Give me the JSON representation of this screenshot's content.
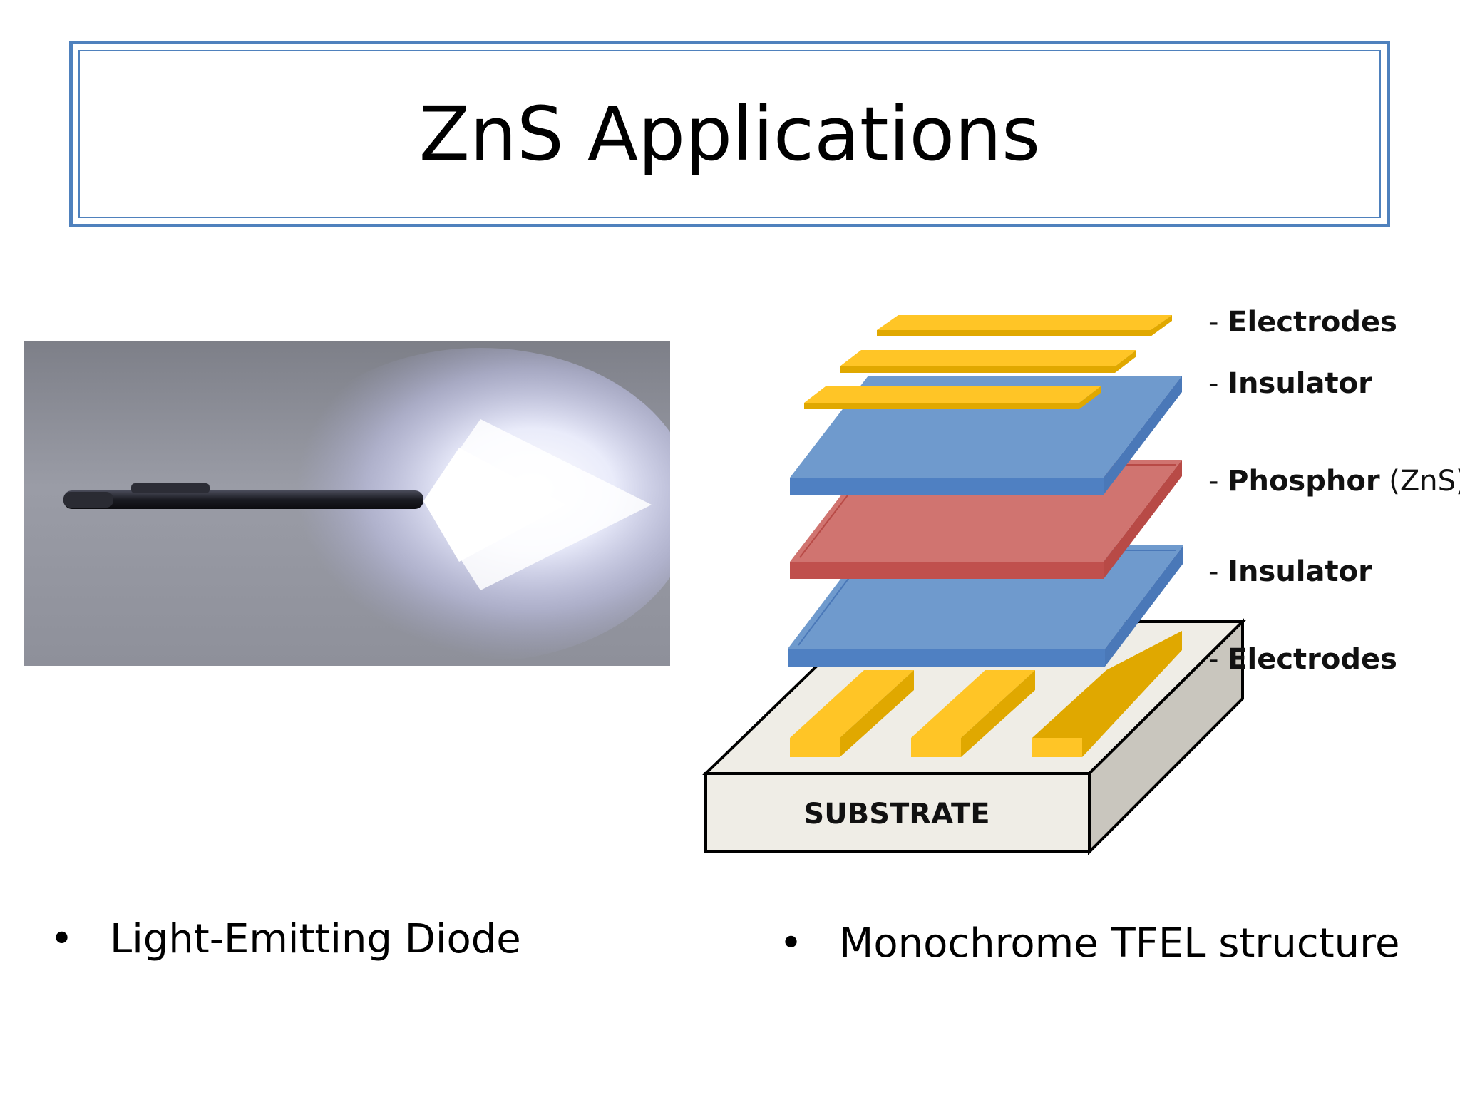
{
  "slide": {
    "title": "ZnS Applications"
  },
  "led": {
    "caption": "Light-Emitting Diode",
    "bullet_glyph": "•"
  },
  "tfel": {
    "caption": "Monochrome TFEL structure",
    "bullet_glyph": "•",
    "substrate_label": "SUBSTRATE",
    "layers": [
      {
        "prefix": "- ",
        "name": "Electrodes",
        "suffix": ""
      },
      {
        "prefix": "- ",
        "name": "Insulator",
        "suffix": ""
      },
      {
        "prefix": "- ",
        "name": "Phosphor",
        "suffix": " (ZnS)"
      },
      {
        "prefix": "- ",
        "name": "Insulator",
        "suffix": ""
      },
      {
        "prefix": "- ",
        "name": "Electrodes",
        "suffix": ""
      }
    ],
    "colors": {
      "electrode": "#ffc526",
      "electrode_edge": "#e0a800",
      "insulator": "#6f9acd",
      "insulator_edge": "#4a78b8",
      "phosphor": "#d07470",
      "phosphor_edge": "#b84a46",
      "substrate_top": "#efede6",
      "substrate_side": "#c9c6be"
    }
  },
  "theme": {
    "title_border": "#4f81bd"
  }
}
